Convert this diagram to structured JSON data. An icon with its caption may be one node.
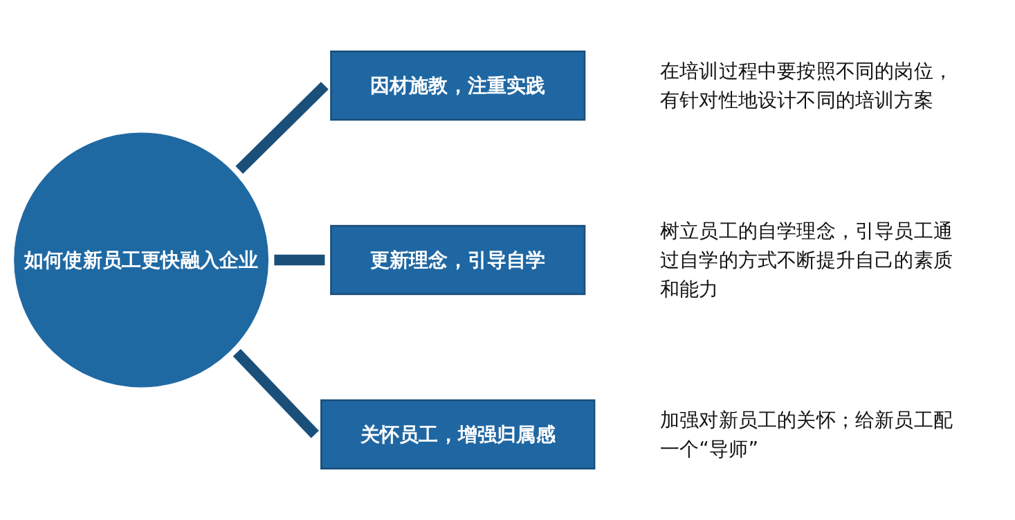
{
  "diagram": {
    "nodes": [
      {
        "text": [
          "如何使新员工更快融入企业"
        ]
      },
      {
        "text": [
          "因材施教，注重实践"
        ],
        "beside": [
          "在培训过程中要按照不同的岗位，有针对性地设计不同的培训方案"
        ]
      },
      {
        "text": [
          "更新理念，引导自学"
        ],
        "beside": [
          "树立员工的自学理念，引导员工通过自学的方式不断提升自己的素质和能力"
        ]
      },
      {
        "text": [
          "关怀员工，增强归属感"
        ],
        "beside": [
          "加强对新员工的关怀；给新员工配一个“导师”"
        ]
      }
    ],
    "edges": [
      {
        "from": 0,
        "to": 1,
        "arrow": "none"
      },
      {
        "from": 0,
        "to": 2,
        "arrow": "none"
      },
      {
        "from": 0,
        "to": 3,
        "arrow": "none"
      }
    ]
  }
}
